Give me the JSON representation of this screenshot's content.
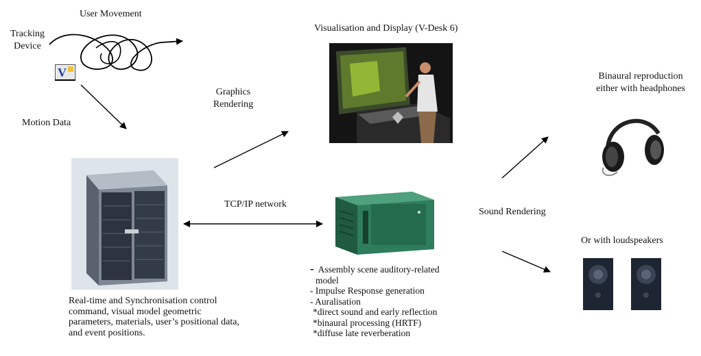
{
  "labels": {
    "user_movement": "User Movement",
    "tracking_device": [
      "Tracking",
      "Device"
    ],
    "motion_data": "Motion Data",
    "graphics_rendering": [
      "Graphics",
      "Rendering"
    ],
    "visualisation_display": "Visualisation and Display (V-Desk 6)",
    "binaural_reproduction": [
      "Binaural reproduction",
      "either with headphones"
    ],
    "tcpip_network": "TCP/IP network",
    "sound_rendering": "Sound Rendering",
    "or_loudspeakers": "Or with loudspeakers"
  },
  "control_description": [
    "Real-time and Synchronisation control",
    "command, visual model geometric",
    "parameters, materials, user’s positional data,",
    "and event positions."
  ],
  "audio_processing": {
    "bullet": "-",
    "items": [
      "Assembly scene auditory-related",
      "model",
      "- Impulse Response generation",
      "- Auralisation",
      "*direct sound and early reflection",
      "*binaural processing (HRTF)",
      "*diffuse late reverberation"
    ]
  },
  "tracker_glyph": "V",
  "colors": {
    "arrow": "#000000",
    "server_body": "#8d96a3",
    "audio_pc": "#2e7d5c",
    "vdesk_bg": "#1a1a1a",
    "photo_bg": "#dde4ea"
  },
  "icons": [
    "scribble-path",
    "tracker-icon",
    "server-image",
    "vdesk-image",
    "audio-pc-image",
    "headphones-image",
    "loudspeaker-image"
  ]
}
